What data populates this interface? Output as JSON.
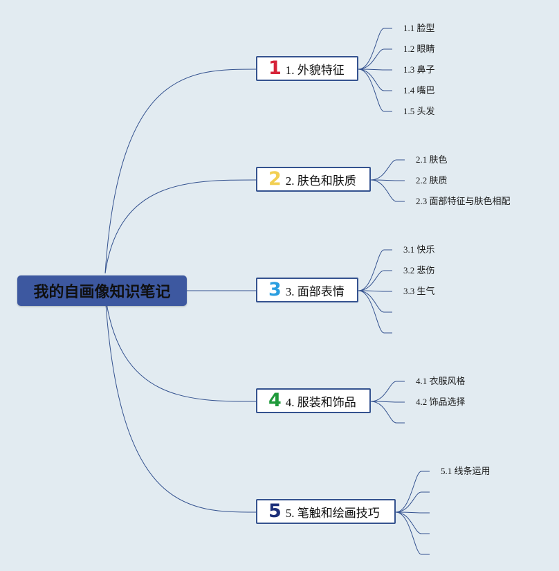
{
  "mindmap": {
    "root": "我的自画像知识笔记",
    "branches": [
      {
        "number": "1",
        "label": "1. 外貌特征",
        "color": "#d6243a",
        "children": [
          "1.1 脸型",
          "1.2 眼睛",
          "1.3 鼻子",
          "1.4 嘴巴",
          "1.5 头发"
        ]
      },
      {
        "number": "2",
        "label": "2. 肤色和肤质",
        "color": "#f2cf52",
        "children": [
          "2.1 肤色",
          "2.2 肤质",
          "2.3 面部特征与肤色相配"
        ]
      },
      {
        "number": "3",
        "label": "3. 面部表情",
        "color": "#2a9ee0",
        "children": [
          "3.1 快乐",
          "3.2 悲伤",
          "3.3 生气",
          "",
          ""
        ]
      },
      {
        "number": "4",
        "label": "4. 服装和饰品",
        "color": "#1f9a3a",
        "children": [
          "4.1 衣服风格",
          "4.2 饰品选择",
          ""
        ]
      },
      {
        "number": "5",
        "label": "5. 笔触和绘画技巧",
        "color": "#1c2f7a",
        "children": [
          "5.1 线条运用",
          "",
          "",
          "",
          ""
        ]
      }
    ],
    "line_color": "#34528f"
  }
}
